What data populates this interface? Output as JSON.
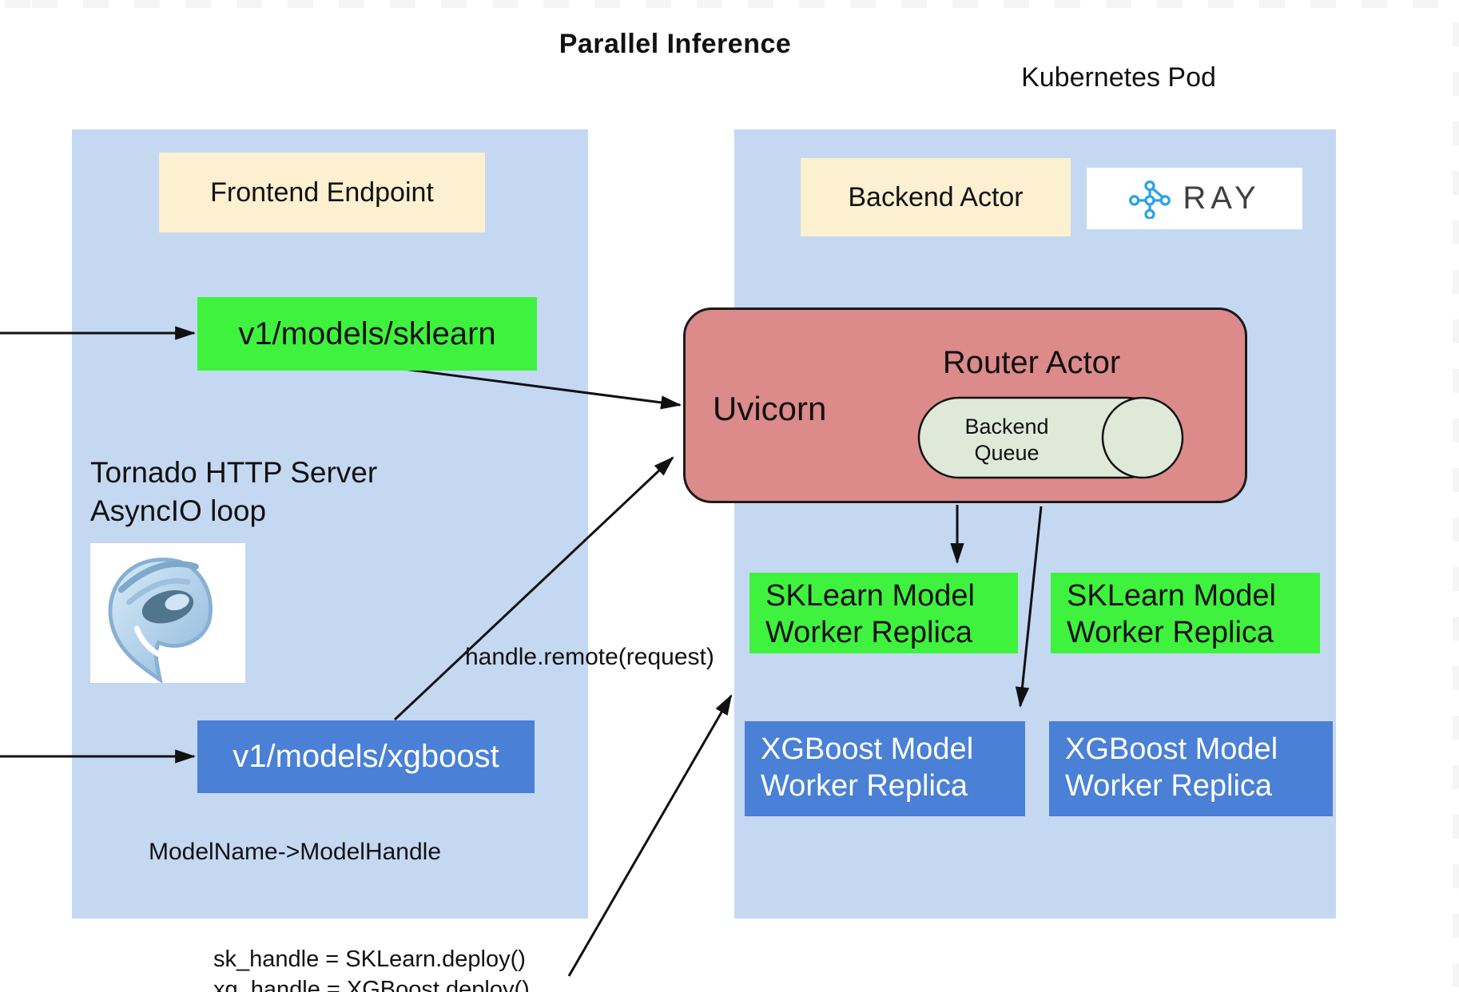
{
  "header": {
    "title": "Parallel Inference",
    "pod_label": "Kubernetes Pod"
  },
  "frontend": {
    "title": "Frontend Endpoint",
    "sklearn_route": "v1/models/sklearn",
    "xgboost_route": "v1/models/xgboost",
    "server_line1": "Tornado HTTP Server",
    "server_line2": "AsyncIO loop",
    "mapping_note": "ModelName->ModelHandle"
  },
  "backend": {
    "title": "Backend Actor",
    "ray_logo_text": "RAY",
    "router": {
      "title": "Router Actor",
      "server_label": "Uvicorn",
      "queue_line1": "Backend",
      "queue_line2": "Queue"
    },
    "workers": [
      {
        "line1": "SKLearn Model",
        "line2": "Worker Replica",
        "type": "sklearn"
      },
      {
        "line1": "SKLearn Model",
        "line2": "Worker Replica",
        "type": "sklearn"
      },
      {
        "line1": "XGBoost Model",
        "line2": "Worker Replica",
        "type": "xgboost"
      },
      {
        "line1": "XGBoost Model",
        "line2": "Worker Replica",
        "type": "xgboost"
      }
    ]
  },
  "annotations": {
    "handle_remote": "handle.remote(request)",
    "code_line1": "sk_handle = SKLearn.deploy()",
    "code_line2": "xg_handle = XGBoost.deploy()"
  },
  "colors": {
    "panel_blue": "#c5d8f2",
    "route_green": "#3ef23e",
    "worker_blue": "#4a80d6",
    "cream": "#fdf0d0",
    "router_pink": "#dc8a8a",
    "queue_green": "#dfe9d8",
    "ray_blue": "#29a3e8",
    "arrow_black": "#111111"
  }
}
